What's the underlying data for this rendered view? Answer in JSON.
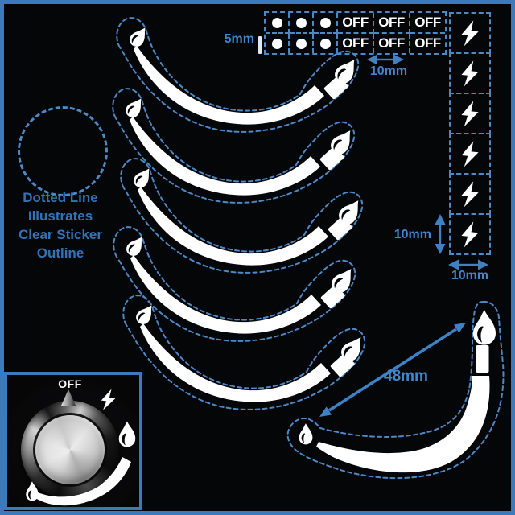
{
  "product_sheet": {
    "note": {
      "lines": [
        "Dotted Line",
        "Illustrates",
        "Clear Sticker",
        "Outline"
      ]
    },
    "measurements": {
      "dot_diameter": "5mm",
      "off_sticker_width": "10mm",
      "bolt_sticker_height": "10mm",
      "bolt_sticker_width": "10mm",
      "dial_arc_length": "48mm"
    },
    "off_grid": {
      "rows": 2,
      "dot_columns": 3,
      "off_columns": 3,
      "off_label": "OFF"
    },
    "bolt_column": {
      "count": 6,
      "icon": "lightning-bolt-icon"
    },
    "arc_stickers": {
      "count": 5,
      "icon": "flame-icon"
    },
    "large_arc_sticker": {
      "count": 1,
      "icon": "flame-icon"
    },
    "knob_inset": {
      "off_label": "OFF",
      "icons": [
        "flame-icon",
        "lightning-bolt-icon"
      ]
    },
    "colors": {
      "frame": "#3a7abd",
      "dashed_outline": "#4d88c6",
      "label_blue": "#4285c9",
      "note_blue": "#3273b8",
      "sticker_white": "#ffffff",
      "background": "#050608"
    }
  }
}
